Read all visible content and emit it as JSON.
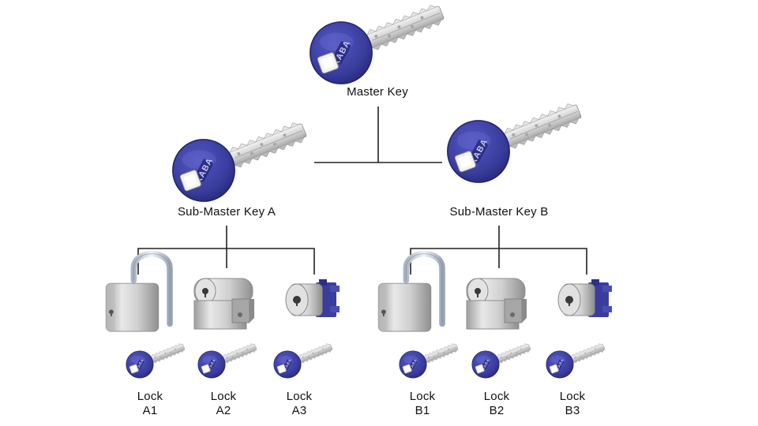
{
  "diagram": {
    "master": {
      "label": "Master Key",
      "brand": "KABA"
    },
    "submasters": [
      {
        "label": "Sub-Master Key A",
        "brand": "KABA"
      },
      {
        "label": "Sub-Master Key B",
        "brand": "KABA"
      }
    ],
    "locks": [
      {
        "line1": "Lock",
        "line2": "A1",
        "type": "padlock"
      },
      {
        "line1": "Lock",
        "line2": "A2",
        "type": "half-cylinder"
      },
      {
        "line1": "Lock",
        "line2": "A3",
        "type": "cam-cylinder"
      },
      {
        "line1": "Lock",
        "line2": "B1",
        "type": "padlock"
      },
      {
        "line1": "Lock",
        "line2": "B2",
        "type": "half-cylinder"
      },
      {
        "line1": "Lock",
        "line2": "B3",
        "type": "cam-cylinder"
      }
    ],
    "colors": {
      "key_head": "#3a3d9e",
      "key_head_dark": "#262a78",
      "blade": "#d9d9d9",
      "metal": "#c9c9c9",
      "line": "#222222"
    }
  }
}
